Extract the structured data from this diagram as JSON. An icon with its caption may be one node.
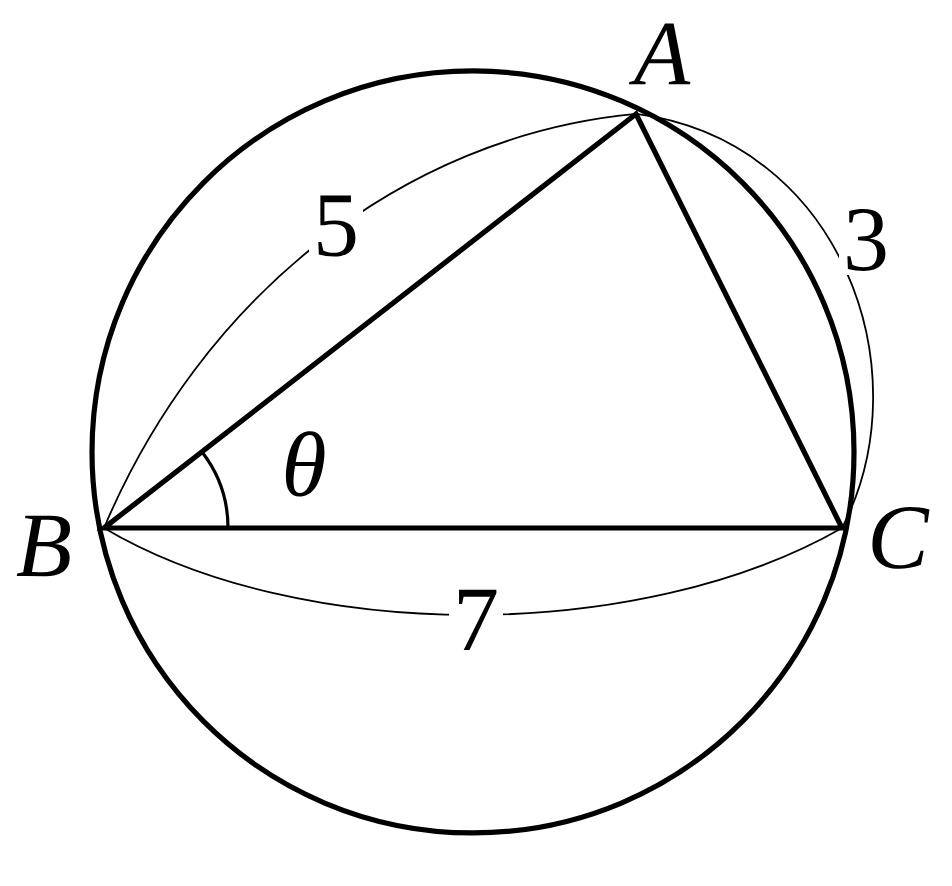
{
  "diagram": {
    "labels": [
      "A",
      "B",
      "C",
      "5",
      "3",
      "7",
      "θ"
    ]
  }
}
